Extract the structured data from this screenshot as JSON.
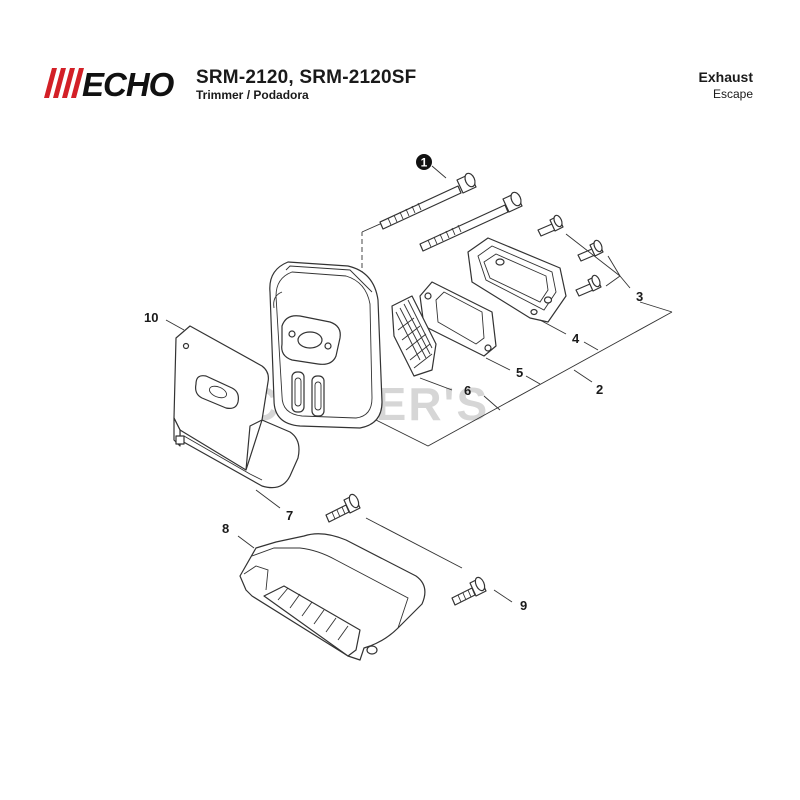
{
  "header": {
    "brand": "ECHO",
    "model": "SRM-2120, SRM-2120SF",
    "subtitle": "Trimmer / Podadora",
    "section": "Exhaust",
    "section_sub": "Escape"
  },
  "watermark": "CUTLER'S",
  "callouts": {
    "c1": "1",
    "c2": "2",
    "c3": "3",
    "c4": "4",
    "c5": "5",
    "c6": "6",
    "c7": "7",
    "c8": "8",
    "c9": "9",
    "c10": "10"
  },
  "colors": {
    "brand_red": "#d32027",
    "ink": "#1a1a1a"
  }
}
